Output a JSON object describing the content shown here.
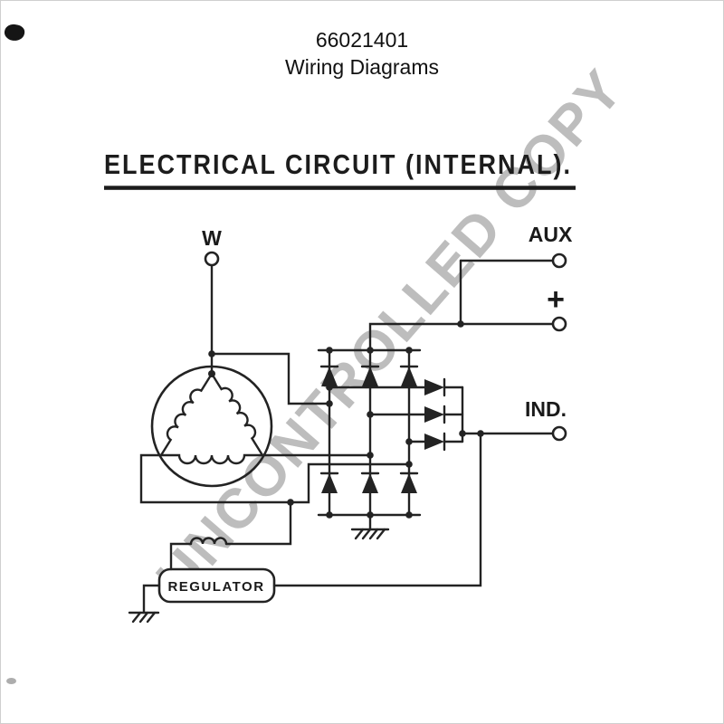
{
  "meta": {
    "ink_color": "#232323",
    "watermark_color": "#8f8f8f",
    "background": "#ffffff"
  },
  "header": {
    "doc_number": "66021401",
    "doc_title": "Wiring Diagrams"
  },
  "watermark": {
    "text": "UNCONTROLLED COPY"
  },
  "diagram": {
    "heading": "ELECTRICAL CIRCUIT (INTERNAL).",
    "terminals": {
      "w": "W",
      "aux": "AUX",
      "plus": "+",
      "ind": "IND."
    },
    "regulator": {
      "label": "REGULATOR"
    }
  }
}
